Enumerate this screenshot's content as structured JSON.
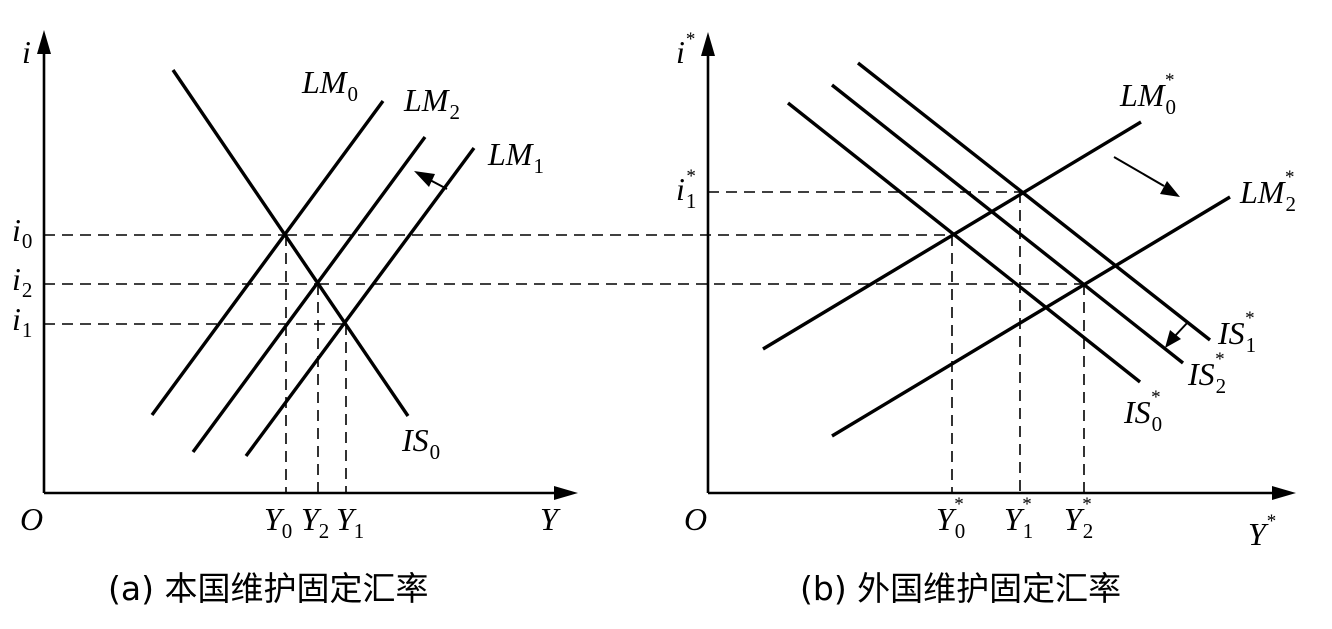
{
  "panel_a": {
    "y_axis_label": "i",
    "x_axis_label": "Y",
    "origin_label": "O",
    "curves": [
      {
        "name": "LM",
        "sub": "0"
      },
      {
        "name": "LM",
        "sub": "2"
      },
      {
        "name": "LM",
        "sub": "1"
      },
      {
        "name": "IS",
        "sub": "0"
      }
    ],
    "y_ticks": [
      {
        "name": "i",
        "sub": "0"
      },
      {
        "name": "i",
        "sub": "2"
      },
      {
        "name": "i",
        "sub": "1"
      }
    ],
    "x_ticks": [
      {
        "name": "Y",
        "sub": "0"
      },
      {
        "name": "Y",
        "sub": "2"
      },
      {
        "name": "Y",
        "sub": "1"
      }
    ],
    "caption": "(a) 本国维护固定汇率"
  },
  "panel_b": {
    "y_axis_label": "i",
    "y_axis_sup": "*",
    "x_axis_label": "Y",
    "x_axis_sup": "*",
    "origin_label": "O",
    "curves": [
      {
        "name": "LM",
        "sub": "0",
        "sup": "*"
      },
      {
        "name": "LM",
        "sub": "2",
        "sup": "*"
      },
      {
        "name": "IS",
        "sub": "1",
        "sup": "*"
      },
      {
        "name": "IS",
        "sub": "2",
        "sup": "*"
      },
      {
        "name": "IS",
        "sub": "0",
        "sup": "*"
      }
    ],
    "y_ticks": [
      {
        "name": "i",
        "sub": "1",
        "sup": "*"
      }
    ],
    "x_ticks": [
      {
        "name": "Y",
        "sub": "0",
        "sup": "*"
      },
      {
        "name": "Y",
        "sub": "1",
        "sup": "*"
      },
      {
        "name": "Y",
        "sub": "2",
        "sup": "*"
      }
    ],
    "caption": "(b) 外国维护固定汇率"
  }
}
